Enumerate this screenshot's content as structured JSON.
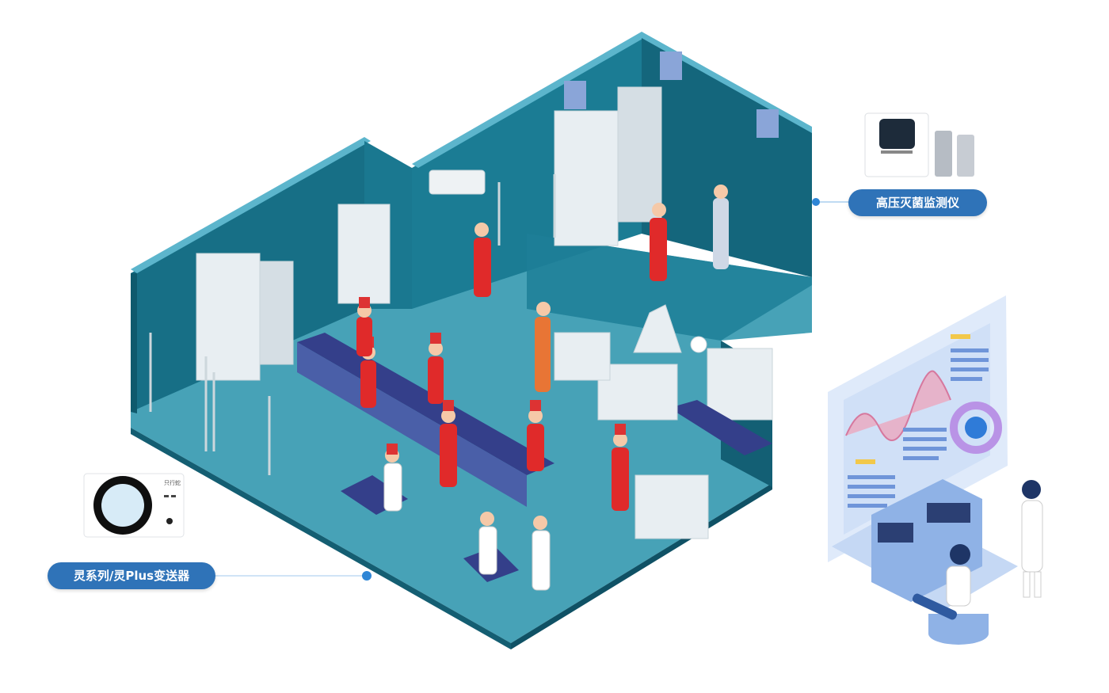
{
  "labels": {
    "sterilization_monitor": "高压灭菌监测仪",
    "transmitter": "灵系列/灵Plus变送器"
  },
  "device_brand_text": "只行蛇",
  "colors": {
    "wall": "#176f86",
    "wall_top": "#4aa8c0",
    "floor": "#47a2b7",
    "accent_red": "#e02a2a",
    "pill_blue": "#2f73b8",
    "connector_dot": "#2f86d6"
  },
  "icons": [
    "sterilization-monitor-device-icon",
    "transmitter-device-icon",
    "dashboard-monitor-icon"
  ]
}
